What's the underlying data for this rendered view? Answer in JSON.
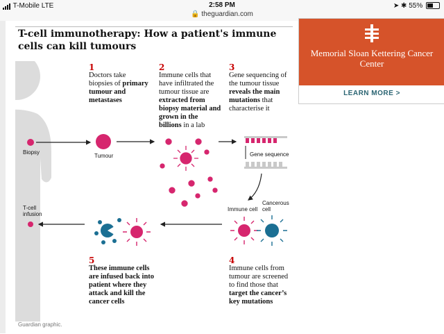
{
  "status_bar": {
    "carrier": "T-Mobile",
    "network": "LTE",
    "time": "2:58 PM",
    "url": "theguardian.com",
    "battery": "55%"
  },
  "graphic": {
    "title": "T-cell immunotherapy: How a patient's immune cells can kill tumours",
    "steps": [
      {
        "num": "1",
        "pre": "Doctors take biopsies of ",
        "bold": "primary tumour and metastases",
        "post": ""
      },
      {
        "num": "2",
        "pre": "Immune cells that have infiltrated the tumour tissue are ",
        "bold": "extracted from biopsy material and grown in the billions",
        "post": " in a lab"
      },
      {
        "num": "3",
        "pre": "Gene sequencing of the tumour tissue ",
        "bold": "reveals the main mutations",
        "post": " that characterise it"
      },
      {
        "num": "4",
        "pre": "Immune cells from tumour are screened to find those that ",
        "bold": "target the cancer’s key mutations",
        "post": ""
      },
      {
        "num": "5",
        "pre": "",
        "bold": "These immune cells are infused back into patient where they attack and kill the cancer cells",
        "post": ""
      }
    ],
    "labels": {
      "biopsy": "Biopsy",
      "tumour": "Tumour",
      "gene_sequence": "Gene sequence",
      "immune_cell": "Immune cell",
      "cancerous_cell": "Cancerous cell",
      "tcell_infusion": "T-cell infusion"
    },
    "credit": "Guardian graphic."
  },
  "ad": {
    "name": "Memorial Sloan Kettering Cancer Center",
    "cta": "LEARN MORE >"
  },
  "colors": {
    "pink": "#d6266e",
    "blue": "#1b6f93",
    "red_num": "#c70000",
    "ad_orange": "#d6532a",
    "figure_grey": "#dcdcdc"
  }
}
